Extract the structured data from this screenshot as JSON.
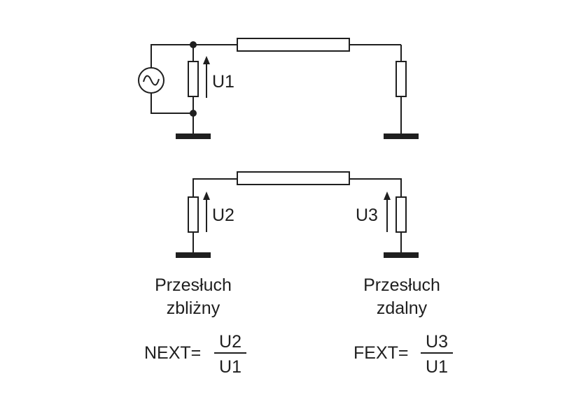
{
  "labels": {
    "u1": "U1",
    "u2": "U2",
    "u3": "U3"
  },
  "captions": {
    "next_line1": "Przesłuch",
    "next_line2": "zbliżny",
    "fext_line1": "Przesłuch",
    "fext_line2": "zdalny"
  },
  "formulas": {
    "next_name": "NEXT=",
    "next_numerator": "U2",
    "next_denominator": "U1",
    "fext_name": "FEXT=",
    "fext_numerator": "U3",
    "fext_denominator": "U1"
  },
  "colors": {
    "ink": "#1f1f1f",
    "background": "#ffffff"
  }
}
